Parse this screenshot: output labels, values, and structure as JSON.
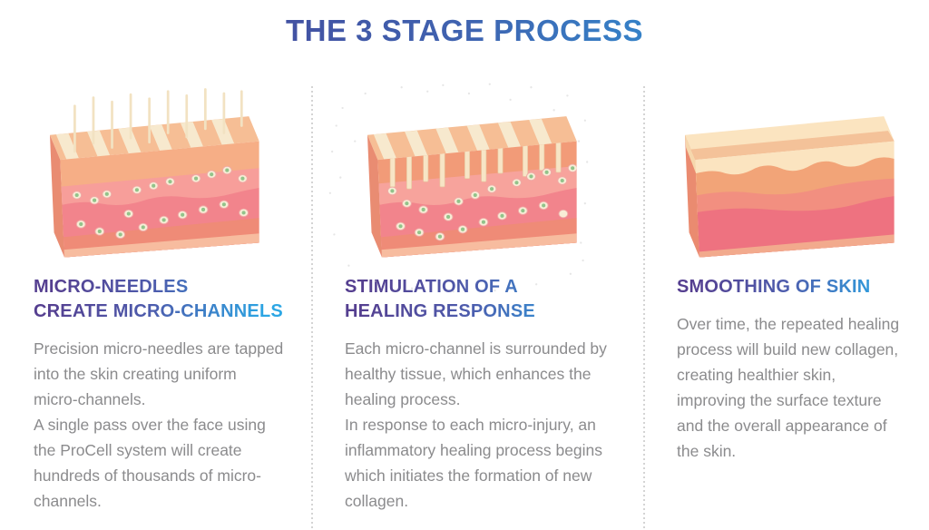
{
  "title": {
    "text": "THE 3 STAGE PROCESS"
  },
  "style": {
    "heading_gradient_start": "#553F90",
    "heading_gradient_end": "#2BA6E4",
    "body_text_color": "#8B8B8D",
    "divider_color": "#D4D4D4",
    "skin_palette": [
      "#F6BE95",
      "#F6AE86",
      "#F79E9A",
      "#F2848C",
      "#EF8B77",
      "#F7BC9F",
      "#F7E9CE",
      "#EE7280"
    ]
  },
  "columns": [
    {
      "illustration": "skin-cross-section-with-micro-needles",
      "heading_lines": [
        "MICRO-NEEDLES",
        "CREATE MICRO-CHANNELS"
      ],
      "paragraphs": [
        "Precision micro-needles are tapped into the skin creating uniform micro-channels.",
        "A single pass over the face using the ProCell system will create hundreds of thousands of micro-channels."
      ]
    },
    {
      "illustration": "skin-cross-section-with-penetrating-micro-channels",
      "heading_lines": [
        "STIMULATION OF A",
        "HEALING RESPONSE"
      ],
      "paragraphs": [
        "Each micro-channel is surrounded by healthy tissue, which enhances the healing process.",
        "In response to each micro-injury, an inflammatory healing process begins which initiates the formation of new collagen."
      ]
    },
    {
      "illustration": "smooth-healed-skin-cross-section",
      "heading_lines": [
        "SMOOTHING OF SKIN"
      ],
      "paragraphs": [
        "Over time, the repeated healing process will build new collagen, creating healthier skin, improving the surface texture and the overall appearance of the skin."
      ]
    }
  ]
}
